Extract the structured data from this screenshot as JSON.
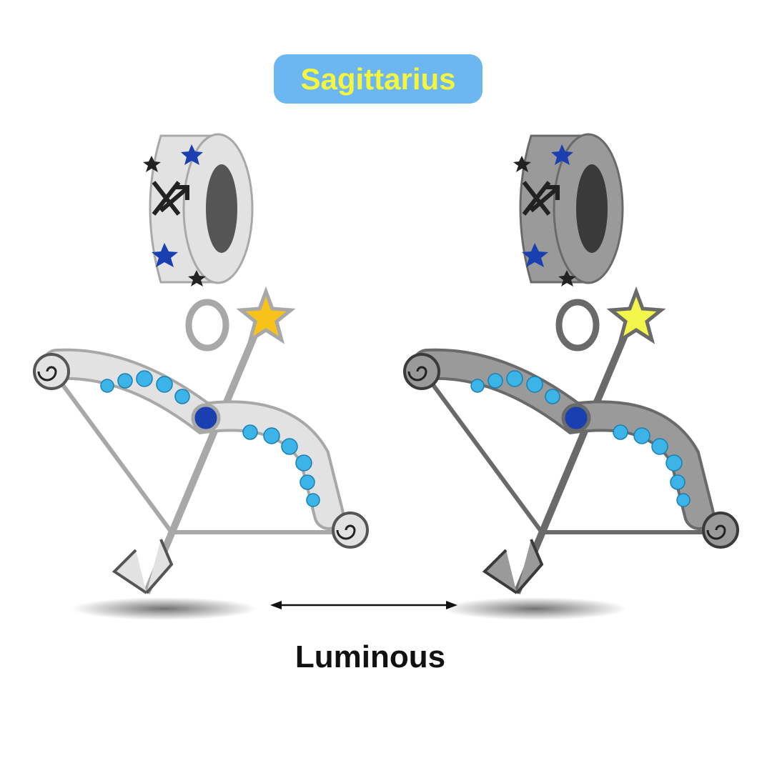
{
  "title_badge": {
    "label": "Sagittarius",
    "background": "#6cb6f2",
    "text_color": "#f4f53e"
  },
  "caption": {
    "label": "Luminous"
  },
  "products": [
    {
      "name": "charm-normal",
      "metal_color": "#e2e2e2",
      "star_color": "#f7c21a"
    },
    {
      "name": "charm-luminous",
      "metal_color": "#9a9a9a",
      "star_color": "#f2f54a"
    }
  ],
  "stone_colors": {
    "light": "#3cb4e8",
    "dark": "#1a3fb0"
  }
}
